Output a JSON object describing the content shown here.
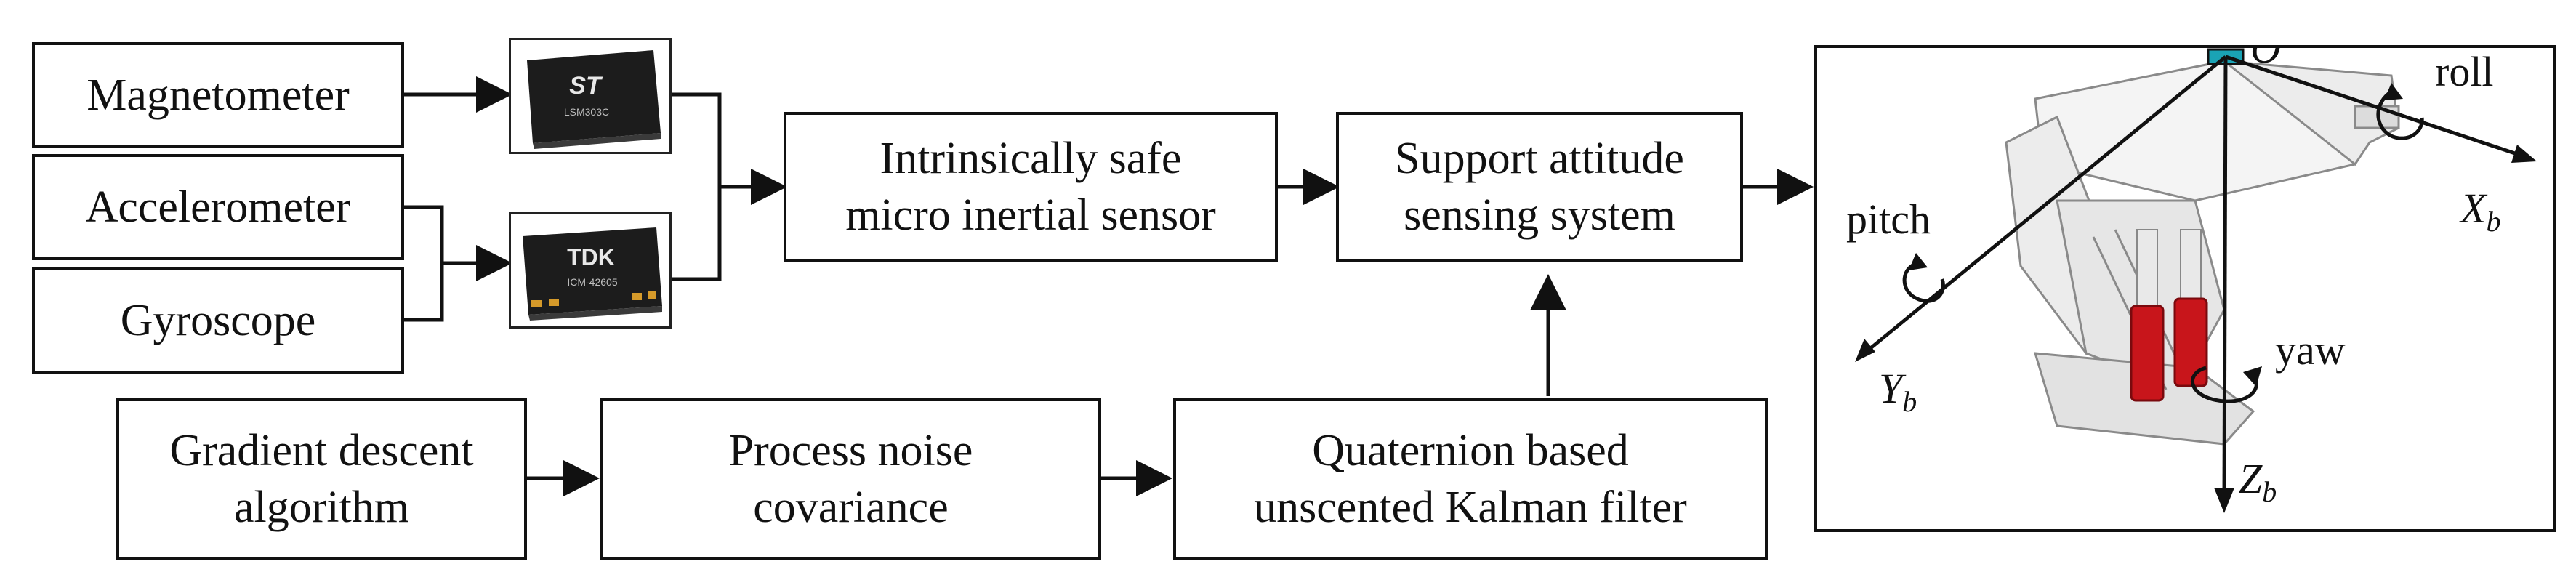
{
  "sensors": {
    "magnetometer": "Magnetometer",
    "accelerometer": "Accelerometer",
    "gyroscope": "Gyroscope"
  },
  "chips": {
    "st_logo": "ST",
    "st_part": "LSM303C",
    "tdk_logo": "TDK",
    "tdk_part": "ICM-42605"
  },
  "blocks": {
    "inertial_sensor_line1": "Intrinsically safe",
    "inertial_sensor_line2": "micro inertial sensor",
    "attitude_system_line1": "Support attitude",
    "attitude_system_line2": "sensing system",
    "gradient_line1": "Gradient descent",
    "gradient_line2": "algorithm",
    "noise_line1": "Process noise",
    "noise_line2": "covariance",
    "ukf_line1": "Quaternion based",
    "ukf_line2": "unscented Kalman filter"
  },
  "frame": {
    "origin": "O",
    "roll": "roll",
    "pitch": "pitch",
    "yaw": "yaw",
    "x_axis": "X",
    "x_sub": "b",
    "y_axis": "Y",
    "y_sub": "b",
    "z_axis": "Z",
    "z_sub": "b"
  },
  "colors": {
    "line": "#111111",
    "chip_body": "#1c1c1c",
    "cylinder": "#c8151b",
    "support_gray": "#8a8a8a"
  }
}
